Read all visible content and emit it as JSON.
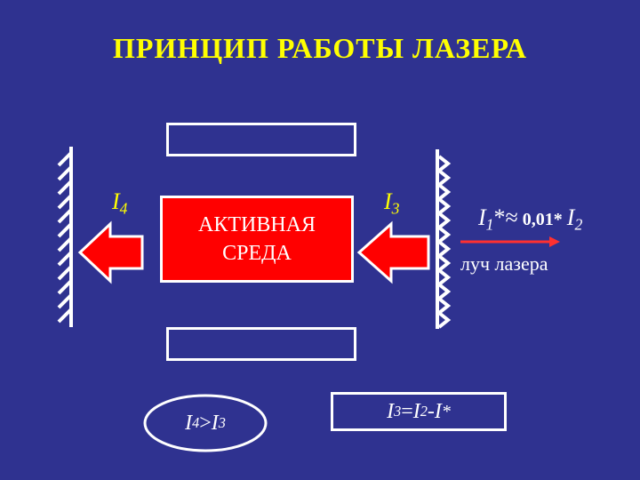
{
  "title": "ПРИНЦИП РАБОТЫ ЛАЗЕРА",
  "medium": {
    "line1": "АКТИВНАЯ",
    "line2": "СРЕДА"
  },
  "labels": {
    "i4": "I",
    "i4_sub": "4",
    "i3": "I",
    "i3_sub": "3"
  },
  "formula_output": {
    "a": "I",
    "a_sub": "1",
    "star": "*",
    "approx": "≈",
    "num": " 0,01* ",
    "b": "I",
    "b_sub": "2"
  },
  "beam_label": "луч лазера",
  "ineq": {
    "a": "I",
    "a_sub": "4",
    "op": ">",
    "b": "I",
    "b_sub": "3"
  },
  "balance": {
    "a": "I",
    "a_sub": "3",
    "eq": "=",
    "b": "I",
    "b_sub": "2",
    "minus": " - ",
    "c": "I",
    "c_sup": "*"
  },
  "colors": {
    "background": "#2f3290",
    "title": "#ffff00",
    "medium": "#ff0000",
    "arrow": "#ff0000",
    "beam": "#ff3030"
  }
}
